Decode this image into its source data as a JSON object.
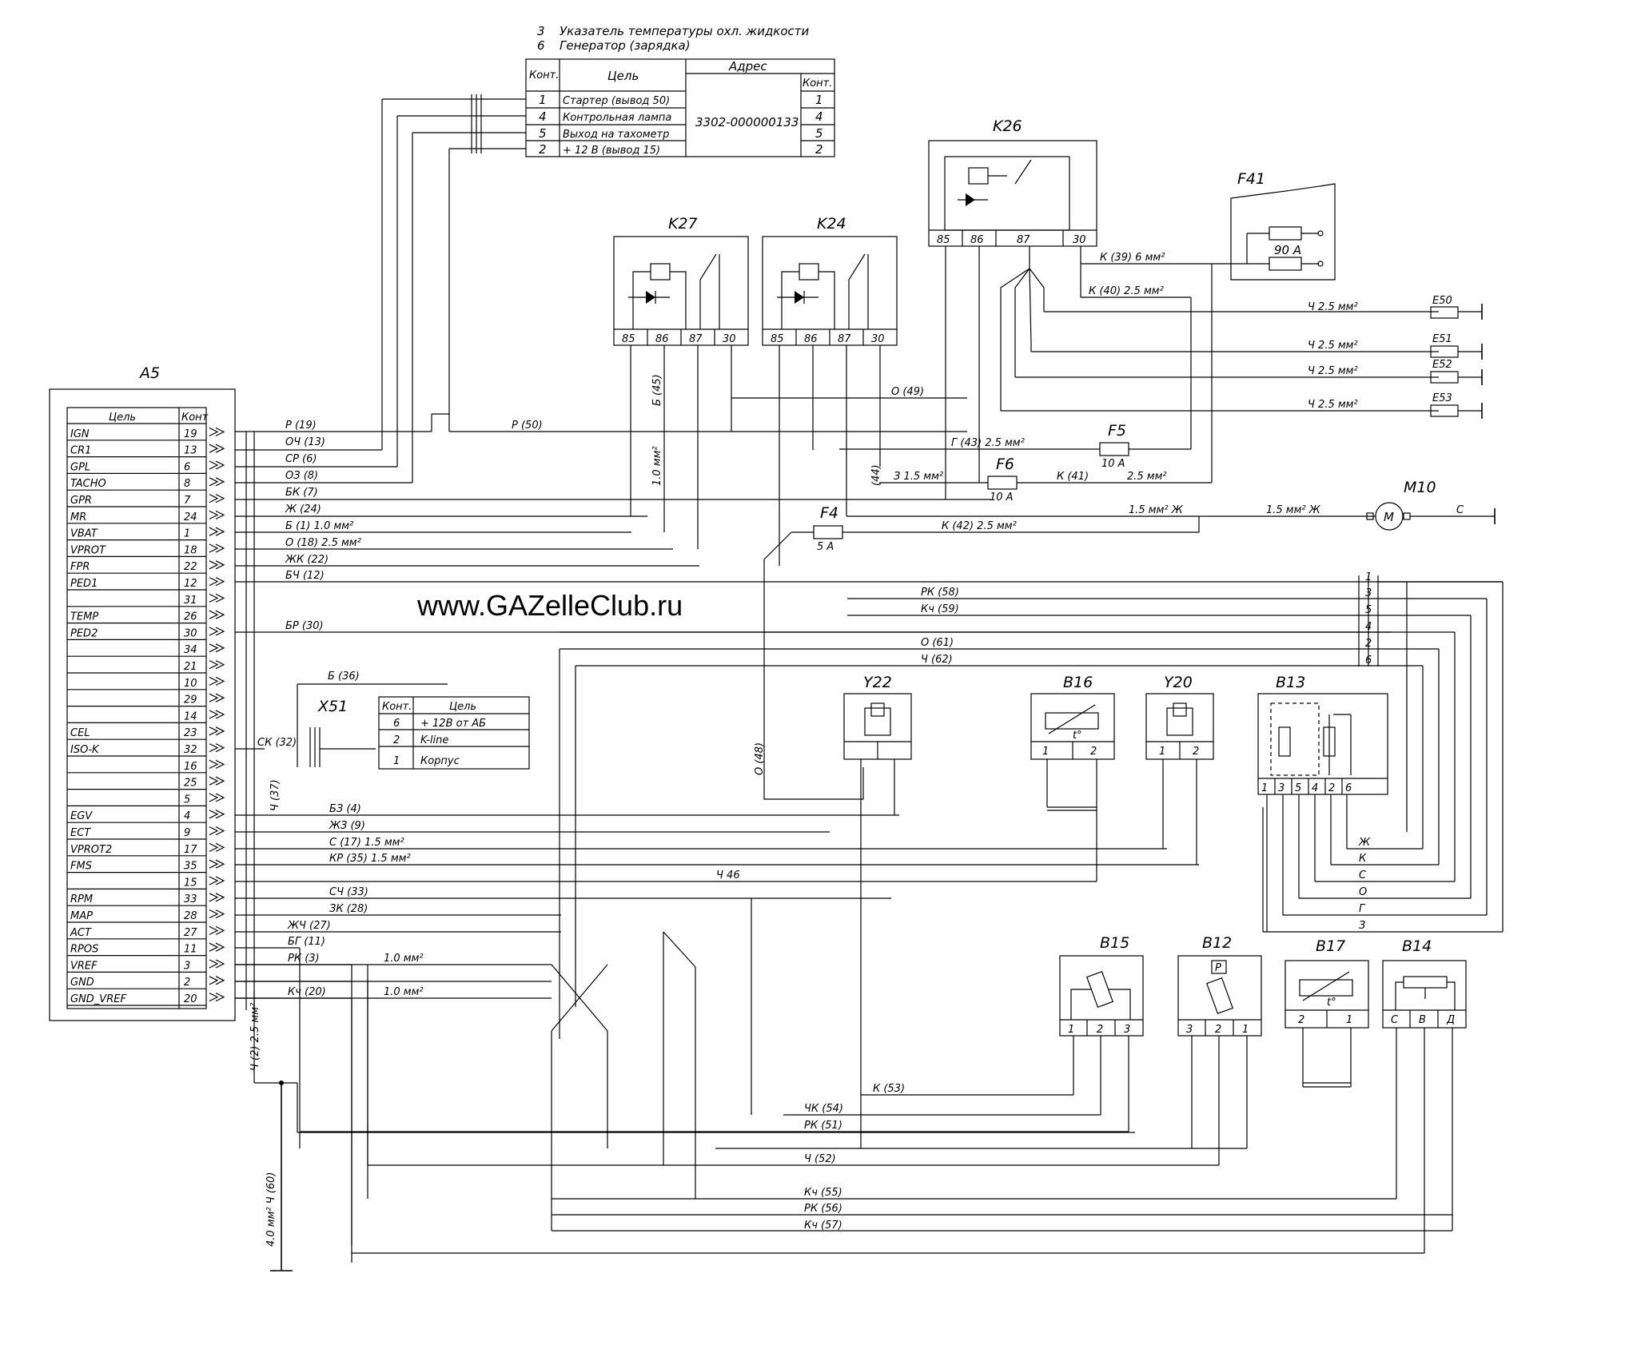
{
  "watermark": "www.GAZelleClub.ru",
  "top_notes": [
    {
      "num": "3",
      "text": "Указатель температуры охл. жидкости"
    },
    {
      "num": "6",
      "text": "Генератор (зарядка)"
    }
  ],
  "addr_table": {
    "headers": {
      "kont": "Конт.",
      "cep": "Цель",
      "adres": "Адрес",
      "kont2": "Конт."
    },
    "rows": [
      {
        "kont": "1",
        "cep": "Стартер (вывод 50)",
        "kont2": "1"
      },
      {
        "kont": "4",
        "cep": "Контрольная лампа",
        "kont2": "4"
      },
      {
        "kont": "5",
        "cep": "Выход на тахометр",
        "kont2": "5"
      },
      {
        "kont": "2",
        "cep": "+ 12 В (вывод 15)",
        "kont2": "2"
      }
    ],
    "address": "3302-000000133"
  },
  "a5": {
    "title": "A5",
    "header_cep": "Цель",
    "header_kont": "Конт",
    "rows": [
      {
        "name": "IGN",
        "pin": "19"
      },
      {
        "name": "CR1",
        "pin": "13"
      },
      {
        "name": "GPL",
        "pin": "6"
      },
      {
        "name": "TACHO",
        "pin": "8"
      },
      {
        "name": "GPR",
        "pin": "7"
      },
      {
        "name": "MR",
        "pin": "24"
      },
      {
        "name": "VBAT",
        "pin": "1"
      },
      {
        "name": "VPROT",
        "pin": "18"
      },
      {
        "name": "FPR",
        "pin": "22"
      },
      {
        "name": "PED1",
        "pin": "12"
      },
      {
        "name": "",
        "pin": "31"
      },
      {
        "name": "TEMP",
        "pin": "26"
      },
      {
        "name": "PED2",
        "pin": "30"
      },
      {
        "name": "",
        "pin": "34"
      },
      {
        "name": "",
        "pin": "21"
      },
      {
        "name": "",
        "pin": "10"
      },
      {
        "name": "",
        "pin": "29"
      },
      {
        "name": "",
        "pin": "14"
      },
      {
        "name": "CEL",
        "pin": "23"
      },
      {
        "name": "ISO-K",
        "pin": "32"
      },
      {
        "name": "",
        "pin": "16"
      },
      {
        "name": "",
        "pin": "25"
      },
      {
        "name": "",
        "pin": "5"
      },
      {
        "name": "EGV",
        "pin": "4"
      },
      {
        "name": "ECT",
        "pin": "9"
      },
      {
        "name": "VPROT2",
        "pin": "17"
      },
      {
        "name": "FMS",
        "pin": "35"
      },
      {
        "name": "",
        "pin": "15"
      },
      {
        "name": "RPM",
        "pin": "33"
      },
      {
        "name": "MAP",
        "pin": "28"
      },
      {
        "name": "ACT",
        "pin": "27"
      },
      {
        "name": "RPOS",
        "pin": "11"
      },
      {
        "name": "VREF",
        "pin": "3"
      },
      {
        "name": "GND",
        "pin": "2"
      },
      {
        "name": "GND_VREF",
        "pin": "20"
      }
    ]
  },
  "wire_labels": [
    "Р (19)",
    "ОЧ (13)",
    "СР (6)",
    "ОЗ (8)",
    "БК (7)",
    "Ж (24)",
    "Б (1) 1.0 мм²",
    "О (18) 2.5 мм²",
    "ЖК (22)",
    "БЧ (12)",
    "БР (30)",
    "Б (36)",
    "СК (32)",
    "Ч (37)",
    "БЗ (4)",
    "ЖЗ (9)",
    "С (17) 1.5 мм²",
    "КР (35) 1.5 мм²",
    "СЧ (33)",
    "ЗК (28)",
    "ЖЧ (27)",
    "БГ (11)",
    "РК (3)",
    "Кч (20)",
    "1.0 мм²",
    "1.0 мм²",
    "Ч (2) 2.5 мм²",
    "4.0 мм² Ч (60)",
    "Р (50)",
    "О (49)",
    "Б (45)",
    "1.0 мм²",
    "(44)",
    "Г (43) 2.5 мм²",
    "З 1.5 мм²",
    "К (41)",
    "2.5 мм²",
    "К (42) 2.5 мм²",
    "О (48)",
    "К (39) 6 мм²",
    "К (40) 2.5 мм²",
    "РК (58)",
    "Кч (59)",
    "О (61)",
    "Ч (62)",
    "Ч 46",
    "К (53)",
    "ЧК (54)",
    "РК (51)",
    "Ч (52)",
    "Кч (55)",
    "РК (56)",
    "Кч (57)",
    "1.5 мм² Ж",
    "1.5 мм² Ж",
    "С"
  ],
  "relays": {
    "k27": {
      "title": "K27",
      "pins": [
        "85",
        "86",
        "87",
        "30"
      ]
    },
    "k24": {
      "title": "K24",
      "pins": [
        "85",
        "86",
        "87",
        "30"
      ]
    },
    "k26": {
      "title": "K26",
      "pins": [
        "85",
        "86",
        "87",
        "30"
      ]
    }
  },
  "f41": {
    "title": "F41",
    "rating": "90 А"
  },
  "fuses": {
    "f4": {
      "title": "F4",
      "rating": "5 А"
    },
    "f5": {
      "title": "F5",
      "rating": "10 А"
    },
    "f6": {
      "title": "F6",
      "rating": "10 А"
    }
  },
  "injectors": [
    {
      "wire": "Ч 2.5 мм²",
      "label": "E50"
    },
    {
      "wire": "Ч 2.5 мм²",
      "label": "E51"
    },
    {
      "wire": "Ч 2.5 мм²",
      "label": "E52"
    },
    {
      "wire": "Ч 2.5 мм²",
      "label": "E53"
    }
  ],
  "m10": {
    "title": "M10",
    "symbol": "M"
  },
  "x51": {
    "title": "X51",
    "headers": {
      "kont": "Конт.",
      "cep": "Цель"
    },
    "rows": [
      {
        "kont": "6",
        "cep": "+ 12В от АБ"
      },
      {
        "kont": "2",
        "cep": "K-line"
      },
      {
        "kont": "1",
        "cep": "Корпус"
      }
    ]
  },
  "sensors": {
    "y22": {
      "title": "Y22"
    },
    "b16": {
      "title": "B16",
      "pins": [
        "1",
        "2"
      ],
      "sym": "t°"
    },
    "y20": {
      "title": "Y20",
      "pins": [
        "1",
        "2"
      ]
    },
    "b13": {
      "title": "B13",
      "pins": [
        "1",
        "3",
        "5",
        "4",
        "2",
        "6"
      ]
    },
    "b15": {
      "title": "B15",
      "pins": [
        "1",
        "2",
        "3"
      ]
    },
    "b12": {
      "title": "B12",
      "pins": [
        "3",
        "2",
        "1"
      ],
      "sym": "P"
    },
    "b17": {
      "title": "B17",
      "pins": [
        "2",
        "1"
      ],
      "sym": "t°"
    },
    "b14": {
      "title": "B14",
      "pins": [
        "С",
        "В",
        "Д"
      ]
    }
  },
  "connector_pins": [
    "1",
    "3",
    "5",
    "4",
    "2",
    "6"
  ],
  "b13_wires": [
    "Ж",
    "К",
    "С",
    "О",
    "Г",
    "З"
  ]
}
